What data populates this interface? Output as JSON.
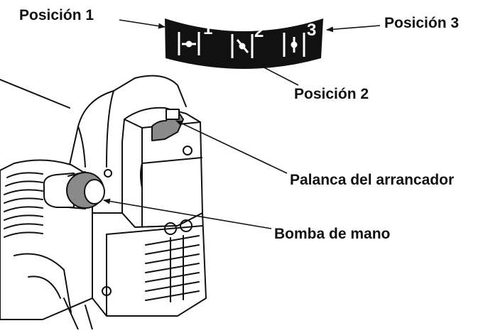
{
  "labels": {
    "position_1": "Posición 1",
    "position_2": "Posición 2",
    "position_3": "Posición 3",
    "starter_lever": "Palanca del arrancador",
    "hand_pump": "Bomba de mano"
  },
  "choke_plate": {
    "numbers": [
      "1",
      "2",
      "3"
    ]
  },
  "colors": {
    "ink": "#111111",
    "plate": "#111111",
    "pump_gray": "#8a8a8a",
    "background": "#ffffff"
  }
}
